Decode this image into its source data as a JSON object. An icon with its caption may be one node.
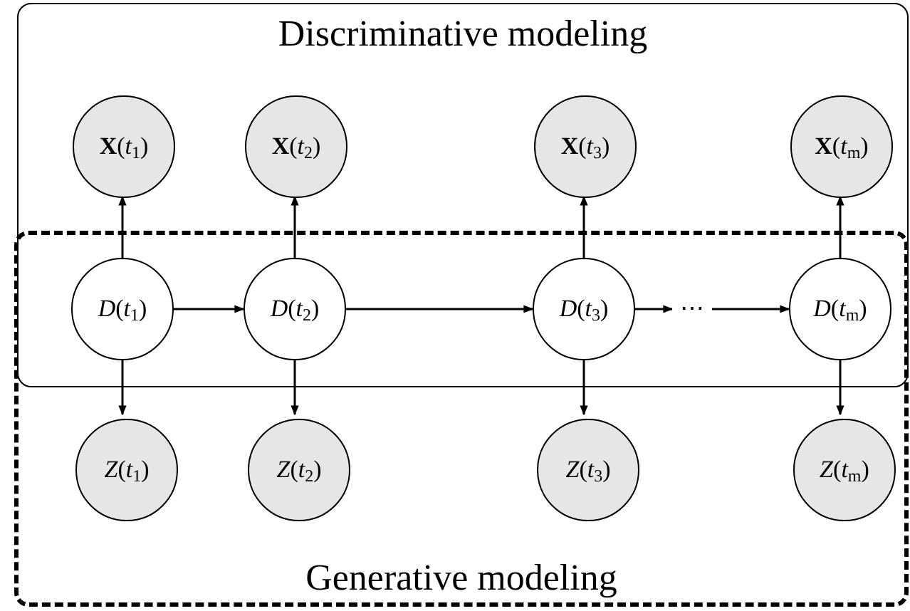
{
  "diagram": {
    "nodes": [
      {
        "text": [
          "Discriminative modeling"
        ]
      },
      {
        "text": [
          "Generative modeling"
        ]
      },
      {
        "text": [
          "**X**(*t*$_{1}$)"
        ],
        "in": 0
      },
      {
        "text": [
          "**X**(*t*$_{2}$)"
        ],
        "in": 0
      },
      {
        "text": [
          "**X**(*t*$_{3}$)"
        ],
        "in": 0
      },
      {
        "text": [
          "**X**(*t*$_{m}$)"
        ],
        "in": 0
      },
      {
        "text": [
          "*D*(*t*$_{1}$)"
        ]
      },
      {
        "text": [
          "*D*(*t*$_{2}$)"
        ]
      },
      {
        "text": [
          "*D*(*t*$_{3}$)"
        ]
      },
      {
        "text": [
          "⋯"
        ]
      },
      {
        "text": [
          "*D*(*t*$_{m}$)"
        ]
      },
      {
        "text": [
          "*Z*(*t*$_{1}$)"
        ],
        "in": 1
      },
      {
        "text": [
          "*Z*(*t*$_{2}$)"
        ],
        "in": 1
      },
      {
        "text": [
          "*Z*(*t*$_{3}$)"
        ],
        "in": 1
      },
      {
        "text": [
          "*Z*(*t*$_{m}$)"
        ],
        "in": 1
      }
    ],
    "edges": [
      {
        "from": 6,
        "to": 2,
        "arrow": "to"
      },
      {
        "from": 7,
        "to": 3,
        "arrow": "to"
      },
      {
        "from": 8,
        "to": 4,
        "arrow": "to"
      },
      {
        "from": 10,
        "to": 5,
        "arrow": "to"
      },
      {
        "from": 6,
        "to": 7,
        "arrow": "to"
      },
      {
        "from": 7,
        "to": 8,
        "arrow": "to"
      },
      {
        "from": 8,
        "to": 9,
        "arrow": "to"
      },
      {
        "from": 9,
        "to": 10,
        "arrow": "to"
      },
      {
        "from": 6,
        "to": 11,
        "arrow": "to"
      },
      {
        "from": 7,
        "to": 12,
        "arrow": "to"
      },
      {
        "from": 8,
        "to": 13,
        "arrow": "to"
      },
      {
        "from": 10,
        "to": 14,
        "arrow": "to"
      }
    ]
  }
}
